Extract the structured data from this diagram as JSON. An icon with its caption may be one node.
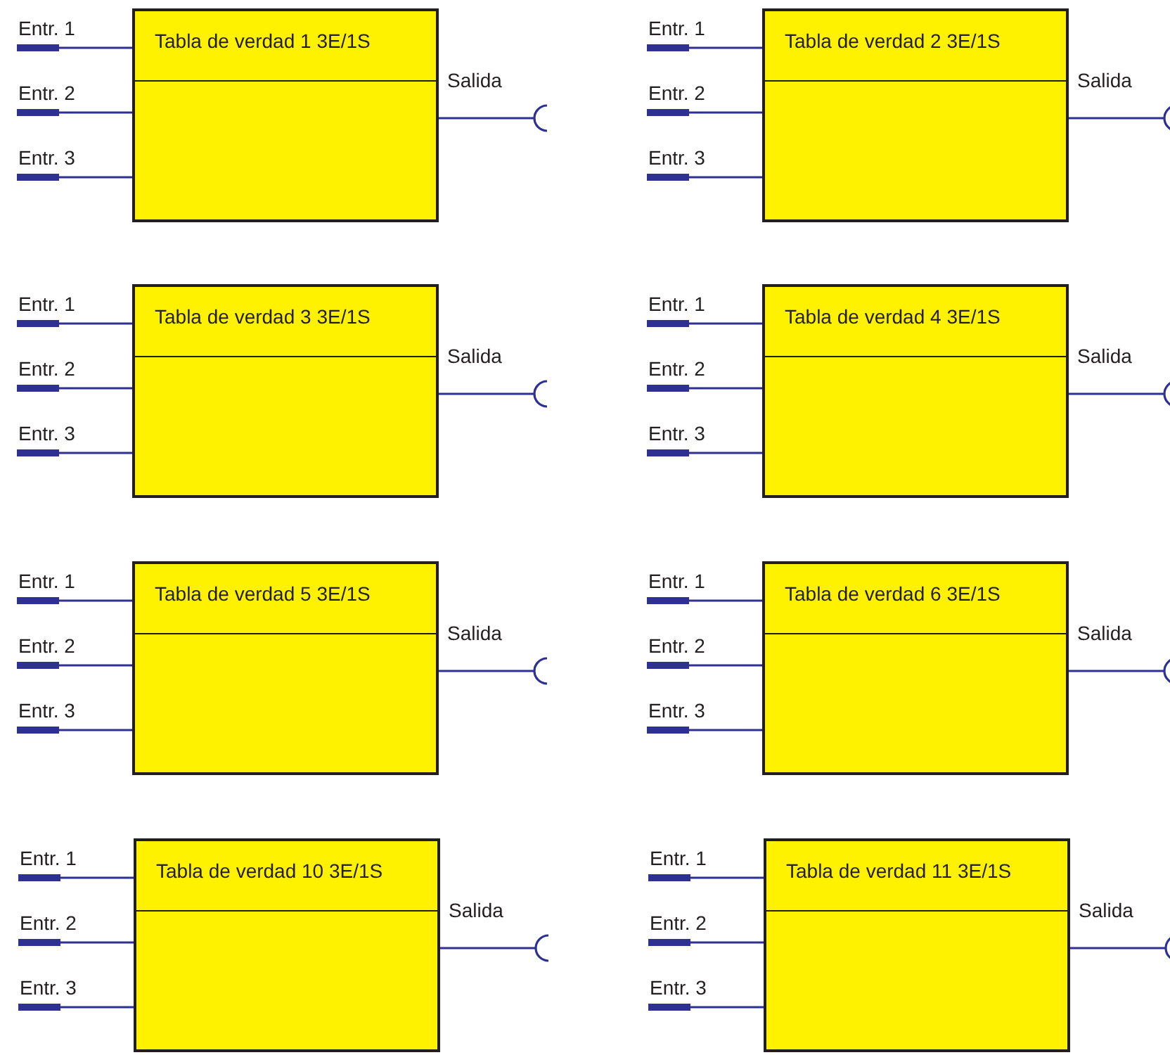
{
  "diagram": {
    "nodes": [
      {
        "text": [
          "Tabla de verdad 1 3E/1S"
        ]
      },
      {
        "text": [
          "Tabla de verdad 2 3E/1S"
        ]
      },
      {
        "text": [
          "Tabla de verdad 3 3E/1S"
        ]
      },
      {
        "text": [
          "Tabla de verdad 4 3E/1S"
        ]
      },
      {
        "text": [
          "Tabla de verdad 5 3E/1S"
        ]
      },
      {
        "text": [
          "Tabla de verdad 6 3E/1S"
        ]
      },
      {
        "text": [
          "Tabla de verdad 10 3E/1S"
        ]
      },
      {
        "text": [
          "Tabla de verdad 11 3E/1S"
        ]
      }
    ],
    "edges": [
      {
        "from": null,
        "to": 0,
        "arrow": "other",
        "label": "Entr. 1"
      },
      {
        "from": null,
        "to": 0,
        "arrow": "other",
        "label": "Entr. 2"
      },
      {
        "from": null,
        "to": 0,
        "arrow": "other",
        "label": "Entr. 3"
      },
      {
        "from": 0,
        "to": null,
        "arrow": "other",
        "label": "Salida"
      },
      {
        "from": null,
        "to": 1,
        "arrow": "other",
        "label": "Entr. 1"
      },
      {
        "from": null,
        "to": 1,
        "arrow": "other",
        "label": "Entr. 2"
      },
      {
        "from": null,
        "to": 1,
        "arrow": "other",
        "label": "Entr. 3"
      },
      {
        "from": 1,
        "to": null,
        "arrow": "other",
        "label": "Salida"
      },
      {
        "from": null,
        "to": 2,
        "arrow": "other",
        "label": "Entr. 1"
      },
      {
        "from": null,
        "to": 2,
        "arrow": "other",
        "label": "Entr. 2"
      },
      {
        "from": null,
        "to": 2,
        "arrow": "other",
        "label": "Entr. 3"
      },
      {
        "from": 2,
        "to": null,
        "arrow": "other",
        "label": "Salida"
      },
      {
        "from": null,
        "to": 3,
        "arrow": "other",
        "label": "Entr. 1"
      },
      {
        "from": null,
        "to": 3,
        "arrow": "other",
        "label": "Entr. 2"
      },
      {
        "from": null,
        "to": 3,
        "arrow": "other",
        "label": "Entr. 3"
      },
      {
        "from": 3,
        "to": null,
        "arrow": "other",
        "label": "Salida"
      },
      {
        "from": null,
        "to": 4,
        "arrow": "other",
        "label": "Entr. 1"
      },
      {
        "from": null,
        "to": 4,
        "arrow": "other",
        "label": "Entr. 2"
      },
      {
        "from": null,
        "to": 4,
        "arrow": "other",
        "label": "Entr. 3"
      },
      {
        "from": 4,
        "to": null,
        "arrow": "other",
        "label": "Salida"
      },
      {
        "from": null,
        "to": 5,
        "arrow": "other",
        "label": "Entr. 1"
      },
      {
        "from": null,
        "to": 5,
        "arrow": "other",
        "label": "Entr. 2"
      },
      {
        "from": null,
        "to": 5,
        "arrow": "other",
        "label": "Entr. 3"
      },
      {
        "from": 5,
        "to": null,
        "arrow": "other",
        "label": "Salida"
      },
      {
        "from": null,
        "to": 6,
        "arrow": "other",
        "label": "Entr. 1"
      },
      {
        "from": null,
        "to": 6,
        "arrow": "other",
        "label": "Entr. 2"
      },
      {
        "from": null,
        "to": 6,
        "arrow": "other",
        "label": "Entr. 3"
      },
      {
        "from": 6,
        "to": null,
        "arrow": "other",
        "label": "Salida"
      },
      {
        "from": null,
        "to": 7,
        "arrow": "other",
        "label": "Entr. 1"
      },
      {
        "from": null,
        "to": 7,
        "arrow": "other",
        "label": "Entr. 2"
      },
      {
        "from": null,
        "to": 7,
        "arrow": "other",
        "label": "Entr. 3"
      },
      {
        "from": 7,
        "to": null,
        "arrow": "other",
        "label": "Salida"
      }
    ]
  }
}
